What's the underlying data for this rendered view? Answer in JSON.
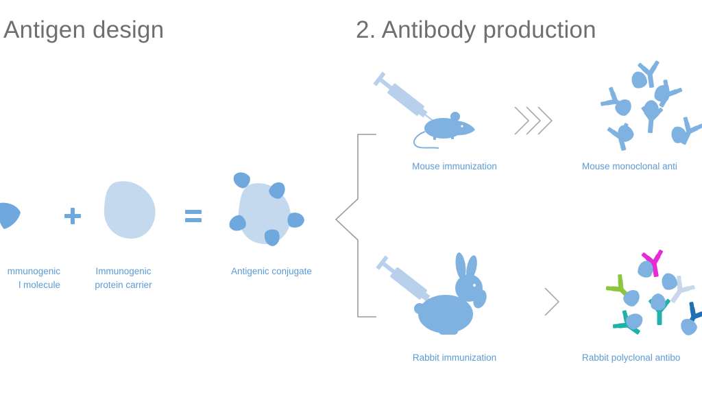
{
  "headings": {
    "antigen_design": "Antigen design",
    "antibody_production": "2. Antibody production"
  },
  "labels": {
    "small_molecule_line1": "mmunogenic",
    "small_molecule_line2": "l molecule",
    "protein_carrier_line1": "Immunogenic",
    "protein_carrier_line2": "protein carrier",
    "antigenic_conjugate": "Antigenic conjugate",
    "mouse_immunization": "Mouse immunization",
    "mouse_monoclonal": "Mouse monoclonal anti",
    "rabbit_immunization": "Rabbit immunization",
    "rabbit_polyclonal": "Rabbit polyclonal antibo"
  },
  "operators": {
    "plus": "+",
    "equals": "="
  },
  "colors": {
    "heading_gray": "#6f6f6f",
    "label_blue": "#5b9bd5",
    "hapten_blue": "#6fa8dc",
    "carrier_blue": "#c5d9ee",
    "animal_blue": "#7fb2e0",
    "syringe_light": "#b8d0ec",
    "antibody_blue": "#7fb2e0",
    "bracket_gray": "#9a9a9a",
    "magenta": "#e62bd6",
    "lime": "#8cc63f",
    "teal": "#20b2aa",
    "navy": "#1f6fb2",
    "light_gray_blue": "#c8d8ea"
  }
}
